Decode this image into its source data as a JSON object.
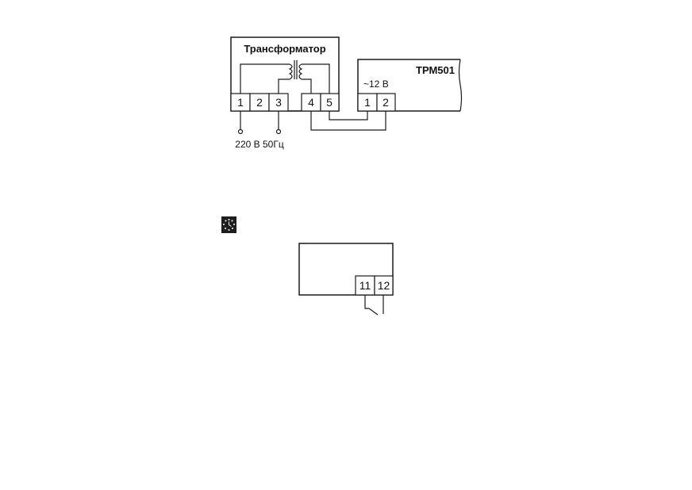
{
  "transformer": {
    "title": "Трансформатор",
    "terminals": [
      "1",
      "2",
      "3",
      "4",
      "5"
    ]
  },
  "device": {
    "title": "ТРМ501",
    "voltage_label": "~12 В",
    "terminals": [
      "1",
      "2"
    ]
  },
  "supply_label": "220 В 50Гц",
  "output_block": {
    "terminals": [
      "11",
      "12"
    ]
  },
  "icon": {
    "name": "dotted-clock-icon"
  }
}
